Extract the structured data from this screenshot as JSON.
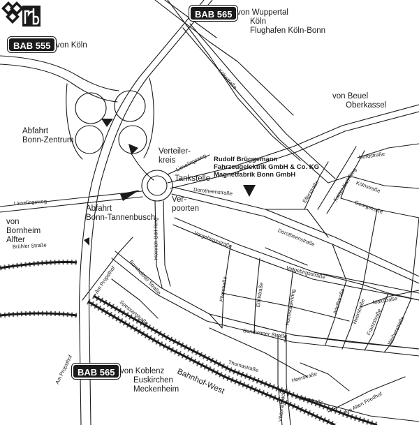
{
  "colors": {
    "ink": "#1a1a1a",
    "paper": "#ffffff",
    "rail": "#1a1a1a"
  },
  "icons": {
    "logo": "rb-logo",
    "pointer": "triangle-pointer-icon"
  },
  "shields": {
    "top": "BAB 565",
    "left": "BAB 555",
    "bottom": "BAB 565"
  },
  "directions": {
    "wuppertal": [
      "von Wuppertal",
      "Köln",
      "Flughafen Köln-Bonn"
    ],
    "koeln": "von Köln",
    "beuel": [
      "von Beuel",
      "Oberkassel"
    ],
    "bornheim": [
      "von",
      "Bornheim",
      "Alfter"
    ],
    "koblenz": [
      "von Koblenz",
      "Euskirchen",
      "Meckenheim"
    ]
  },
  "places": {
    "abfahrt_zentrum": [
      "Abfahrt",
      "Bonn-Zentrum"
    ],
    "abfahrt_tannenbusch": [
      "Abfahrt",
      "Bonn-Tannenbusch"
    ],
    "verteilerkreis": [
      "Verteiler-",
      "kreis"
    ],
    "tankstelle": "Tankstelle",
    "verpoorten": [
      "Ver-",
      "poorten"
    ],
    "company": [
      "Rudolf Brüggemann",
      "Fahrzeugelektrik GmbH & Co. KG",
      "Magnetfabrik Bonn GmbH"
    ]
  },
  "streets": {
    "koelnstrasse": "Kölnstraße",
    "lievelingsweg_ne": "Lievelingsweg",
    "lievelingsweg_w": "Lievelingsweg",
    "bruehler": "Brühler Straße",
    "dorotheen_1": "Dorotheenstraße",
    "dorotheen_2": "Dorotheenstraße",
    "ellerstrasse_n": "Ellerstraße",
    "kaiser_karl_ring": "Kaiser-Karl-Ring",
    "nordstrasse": "Nordstraße",
    "koelnstrasse_e": "Kölnstraße",
    "georgstrasse": "Georgstraße",
    "vorgebirgsstrasse_1": "Vorgebirgsstraße",
    "vorgebirgsstrasse_2": "Vorgebirgsstraße",
    "heinrich_boell_ring": "Heinrich-Böll-Ring",
    "am_propsthof_1": "Am Propsthof",
    "am_propsthof_2": "Am Propsthof",
    "bornheimer_1": "Bornheimer Straße",
    "bornheimer_2": "Bornheimer Straße",
    "spessartstrasse": "Spessartstraße",
    "ellerstrasse_s": "Ellerstraße",
    "eifelstrasse": "Eifelstraße",
    "hochstadenring": "Hochstadenring",
    "adolfstrasse": "Adolfstraße",
    "heerstrasse": "Heerstraße",
    "maxstrasse": "Maxstraße",
    "franzstrasse": "Franzstraße",
    "weiherstrasse": "Weiherstraße",
    "thomastrasse": "Thomastraße",
    "heerstrasse_s": "Heerstraße",
    "viktoriabruecke": "Viktoriabrücke",
    "rabinstrasse": "Rabinstraße",
    "am_alten_friedhof": "Am Alten Friedhof",
    "bahnhof_west": "Bahnhof-West"
  }
}
